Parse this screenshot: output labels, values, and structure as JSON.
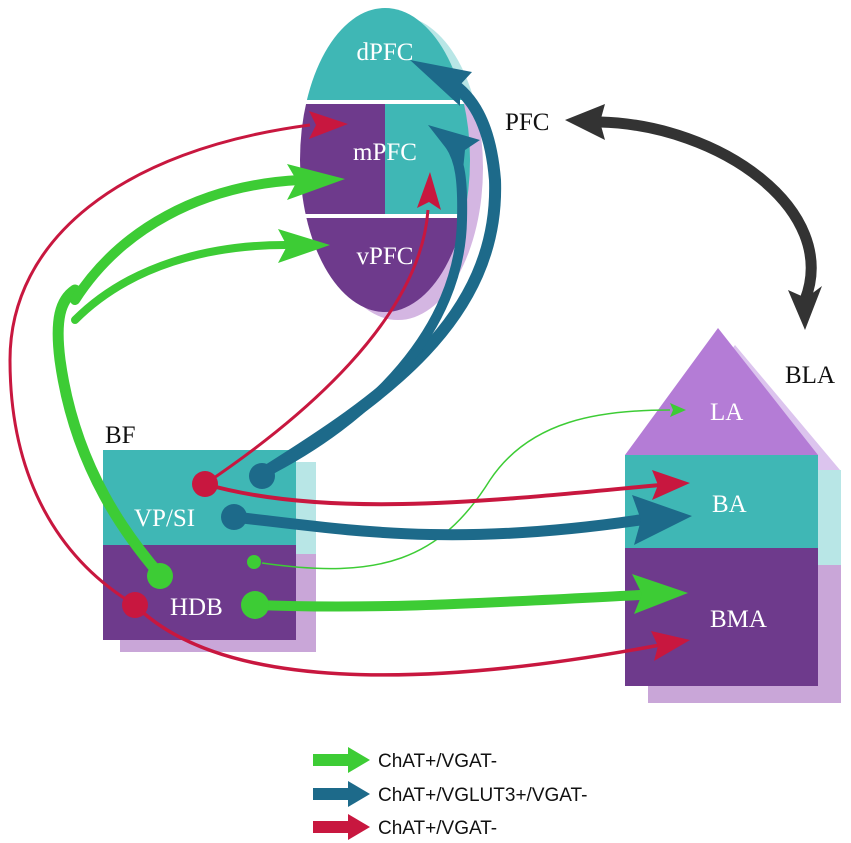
{
  "colors": {
    "teal": "#3fb7b5",
    "purple": "#6e3a8c",
    "lilac": "#b47cd6",
    "green": "#3dcc35",
    "blue": "#1d6a8a",
    "red": "#c8173f",
    "dark": "#333333"
  },
  "regions": {
    "pfc": "PFC",
    "dpfc": "dPFC",
    "mpfc": "mPFC",
    "vpfc": "vPFC",
    "bf": "BF",
    "vpsi": "VP/SI",
    "hdb": "HDB",
    "bla": "BLA",
    "la": "LA",
    "ba": "BA",
    "bma": "BMA"
  },
  "legend": [
    {
      "color": "green",
      "label": "ChAT+/VGAT-"
    },
    {
      "color": "blue",
      "label": "ChAT+/VGLUT3+/VGAT-"
    },
    {
      "color": "red",
      "label": "ChAT+/VGAT-"
    }
  ]
}
